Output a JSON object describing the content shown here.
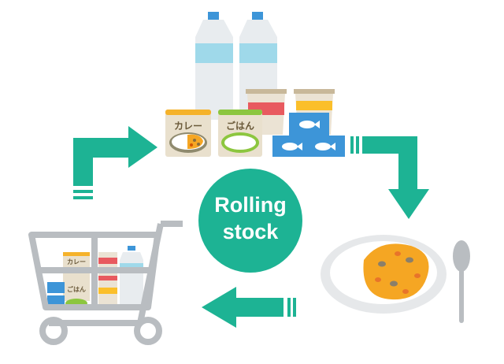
{
  "center": {
    "line1": "Rolling",
    "line2": "stock"
  },
  "packs": {
    "curry_label": "カレー",
    "rice_label": "ごはん"
  },
  "colors": {
    "teal": "#1db394",
    "cart_gray": "#b9bdc1",
    "orange": "#f5a623",
    "red": "#e85a5f",
    "blue": "#3d95d8",
    "green": "#8cc63f"
  }
}
